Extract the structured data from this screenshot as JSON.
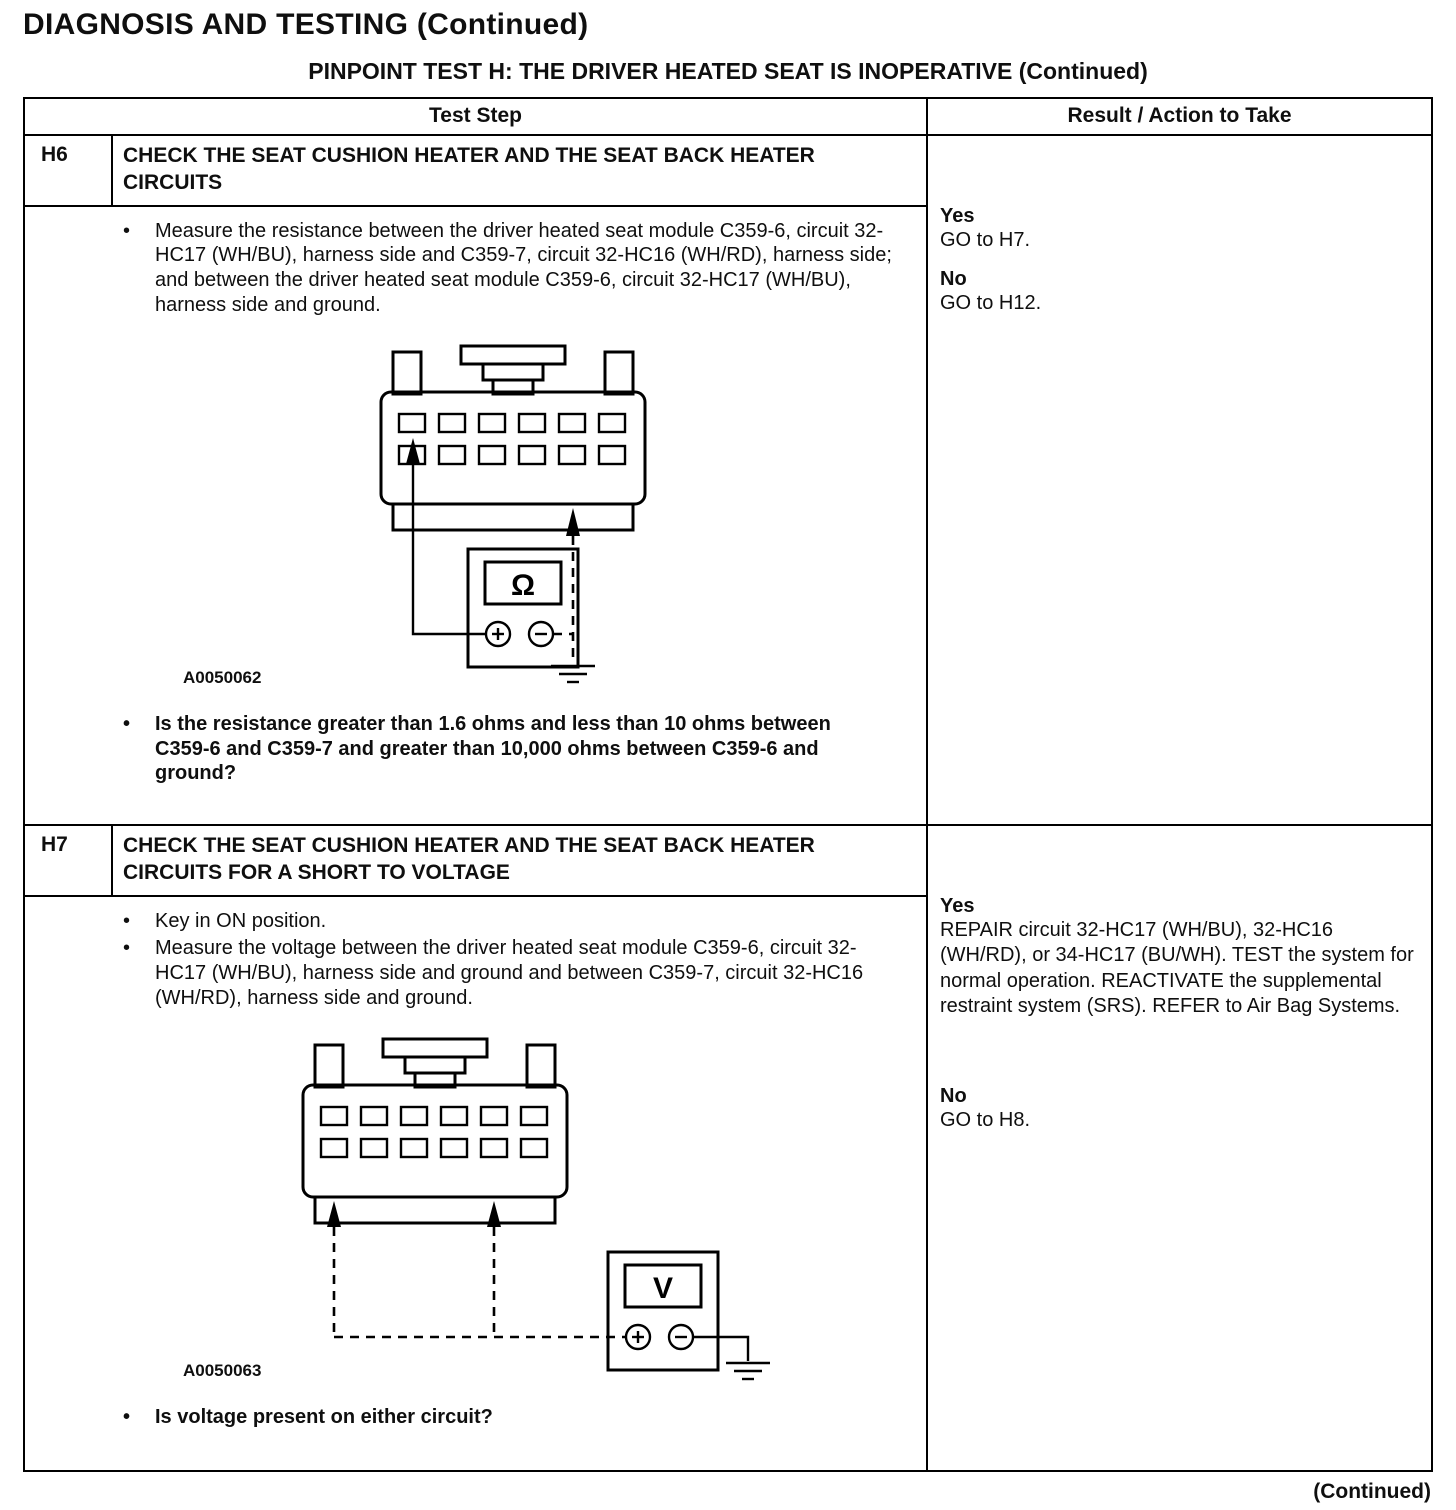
{
  "page": {
    "title": "DIAGNOSIS AND TESTING (Continued)",
    "subtitle": "PINPOINT TEST H: THE DRIVER HEATED SEAT IS INOPERATIVE (Continued)",
    "footer": "(Continued)"
  },
  "table": {
    "columns": {
      "test_step": "Test Step",
      "result": "Result / Action to Take"
    },
    "rows": [
      {
        "id": "H6",
        "title": "CHECK THE SEAT CUSHION HEATER AND THE SEAT BACK HEATER CIRCUITS",
        "bullets": [
          "Measure the resistance between the driver heated seat module C359-6, circuit 32-HC17 (WH/BU), harness side and C359-7, circuit 32-HC16 (WH/RD), harness side; and between the driver heated seat module C359-6, circuit 32-HC17 (WH/BU), harness side and ground."
        ],
        "figure_label": "A0050062",
        "meter_symbol": "Ω",
        "question": "Is the resistance greater than 1.6 ohms and less than 10 ohms between C359-6 and C359-7 and greater than 10,000 ohms between C359-6 and ground?",
        "results": [
          {
            "label": "Yes",
            "action": "GO to H7."
          },
          {
            "label": "No",
            "action": "GO to H12."
          }
        ]
      },
      {
        "id": "H7",
        "title": "CHECK THE SEAT CUSHION HEATER AND THE SEAT BACK HEATER CIRCUITS FOR A SHORT TO VOLTAGE",
        "bullets": [
          "Key in ON position.",
          "Measure the voltage between the driver heated seat module C359-6, circuit 32-HC17 (WH/BU), harness side and ground and between C359-7, circuit 32-HC16 (WH/RD), harness side and ground."
        ],
        "figure_label": "A0050063",
        "meter_symbol": "V",
        "question": "Is voltage present on either circuit?",
        "results": [
          {
            "label": "Yes",
            "action": "REPAIR circuit 32-HC17 (WH/BU), 32-HC16 (WH/RD), or 34-HC17 (BU/WH). TEST the system for normal operation. REACTIVATE the supplemental restraint system (SRS). REFER to Air Bag Systems."
          },
          {
            "label": "No",
            "action": "GO to H8."
          }
        ]
      }
    ]
  }
}
